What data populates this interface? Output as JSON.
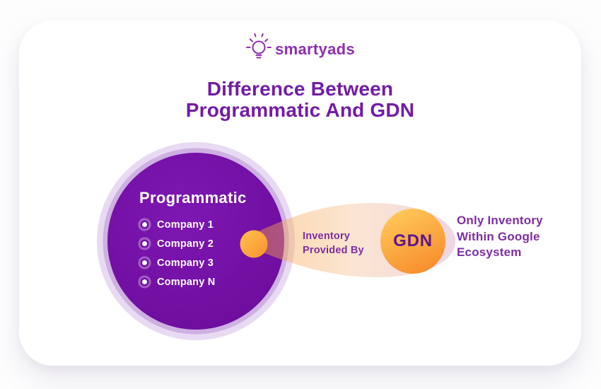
{
  "brand": {
    "name": "smartyads"
  },
  "title": {
    "line1": "Difference Between",
    "line2": "Programmatic And GDN"
  },
  "diagram": {
    "programmatic": {
      "label": "Programmatic",
      "items": [
        "Company 1",
        "Company 2",
        "Company 3",
        "Company N"
      ]
    },
    "connector": {
      "line1": "Inventory",
      "line2": "Provided By"
    },
    "gdn": {
      "label": "GDN"
    },
    "gdn_caption": {
      "line1": "Only Inventory",
      "line2": "Within Google",
      "line3": "Ecosystem"
    }
  },
  "colors": {
    "brand_purple": "#8E2FAE",
    "title_purple": "#721CA6",
    "caption_purple": "#7E2E9F",
    "circle_purple": "#7110A3",
    "circle_ring_inner": "#CEB0E2",
    "circle_ring_outer": "#E7DAF2",
    "orange_light": "#FFC14E",
    "orange_deep": "#F8912F",
    "gdn_text_purple": "#5E1492",
    "card_background": "#FFFFFF"
  }
}
